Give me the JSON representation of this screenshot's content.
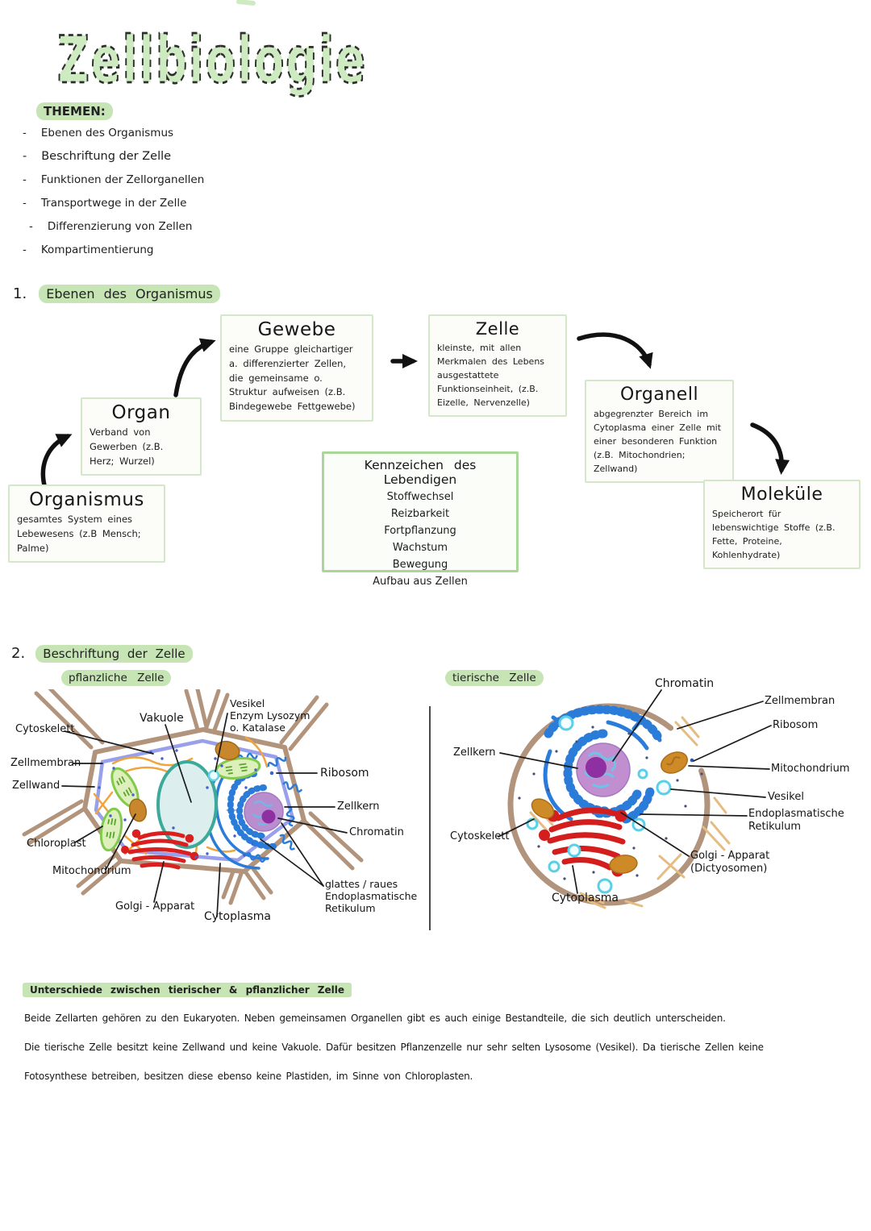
{
  "page": {
    "title": "Zellbiologie"
  },
  "themen": {
    "heading": "THEMEN:",
    "dash": "-",
    "items": [
      "Ebenen des Organismus",
      "Beschriftung der Zelle",
      "Funktionen der Zellorganellen",
      "Transportwege in der Zelle",
      "Differenzierung von Zellen",
      "Kompartimentierung"
    ]
  },
  "section1": {
    "number": "1.",
    "heading": "Ebenen des Organismus",
    "organismus": {
      "title": "Organismus",
      "body": "gesamtes System eines Lebewesens (z.B Mensch; Palme)"
    },
    "organ": {
      "title": "Organ",
      "body": "Verband von Gewerben (z.B. Herz; Wurzel)"
    },
    "gewebe": {
      "title": "Gewebe",
      "body": "eine Gruppe gleichartiger a. differenzierter Zellen, die gemeinsame o. Struktur aufweisen (z.B. Bindegewebe Fettgewebe)"
    },
    "zelle": {
      "title": "Zelle",
      "body": "kleinste, mit allen Merkmalen des Lebens ausgestattete Funktionseinheit, (z.B. Eizelle, Nervenzelle)"
    },
    "organell": {
      "title": "Organell",
      "body": "abgegrenzter Bereich im Cytoplasma einer Zelle mit einer besonderen Funktion (z.B. Mitochondrien; Zellwand)"
    },
    "molekuele": {
      "title": "Moleküle",
      "body": "Speicherort für lebenswichtige Stoffe (z.B. Fette, Proteine, Kohlenhydrate)"
    },
    "kennzeichen": {
      "title": "Kennzeichen des Lebendigen",
      "items": [
        "Stoffwechsel",
        "Reizbarkeit",
        "Fortpflanzung",
        "Wachstum",
        "Bewegung",
        "Aufbau aus Zellen"
      ]
    }
  },
  "section2": {
    "number": "2.",
    "heading": "Beschriftung der Zelle",
    "plant": {
      "title": "pflanzliche Zelle",
      "labels": {
        "cytoskelett": "Cytoskelett",
        "vakuole": "Vakuole",
        "vesikel": "Vesikel\nEnzym Lysozym\no. Katalase",
        "zellmembran": "Zellmembran",
        "zellwand": "Zellwand",
        "ribosom": "Ribosom",
        "zellkern": "Zellkern",
        "chromatin": "Chromatin",
        "chloroplast": "Chloroplast",
        "mitochondrium": "Mitochondrium",
        "golgi": "Golgi - Apparat",
        "cytoplasma": "Cytoplasma",
        "er": "glattes / raues\nEndoplasmatische\nRetikulum"
      }
    },
    "animal": {
      "title": "tierische Zelle",
      "labels": {
        "chromatin": "Chromatin",
        "zellmembran": "Zellmembran",
        "ribosom": "Ribosom",
        "zellkern": "Zellkern",
        "mitochondrium": "Mitochondrium",
        "vesikel": "Vesikel",
        "er": "Endoplasmatische\nRetikulum",
        "cytoskelett": "Cytoskelett",
        "golgi": "Golgi - Apparat\n(Dictyosomen)",
        "cytoplasma": "Cytoplasma"
      }
    }
  },
  "unterschiede": {
    "heading": "Unterschiede zwischen tierischer & pflanzlicher Zelle",
    "lines": [
      "Beide Zellarten gehören zu den Eukaryoten. Neben gemeinsamen Organellen gibt es auch einige Bestandteile, die sich deutlich unterscheiden.",
      "Die tierische Zelle besitzt keine Zellwand und keine Vakuole. Dafür besitzen Pflanzenzelle nur sehr selten Lysosome (Vesikel). Da tierische Zellen keine",
      "Fotosynthese betreiben, besitzen diese ebenso keine Plastiden, im Sinne von Chloroplasten."
    ]
  },
  "colors": {
    "highlight_green": "#c6e4b4",
    "ink": "#222222",
    "box_border": "#d5e7cb",
    "cell_wall_brown": "#b2937b",
    "membrane_periwinkle": "#98a0ec",
    "vacuole_teal": "#3da99a",
    "chloroplast_green": "#7dc64a",
    "mitochondrium_orange": "#cc8a28",
    "golgi_red": "#da1f1f",
    "nucleus_purple": "#bd8ecf",
    "nucleolus_purple": "#8e2fa2",
    "er_blue": "#2b7cd8",
    "cytoskeleton_orange": "#f0a43e",
    "cytoskeleton_tan": "#e4bc84",
    "vesicle_cyan": "#5ad0e8"
  }
}
